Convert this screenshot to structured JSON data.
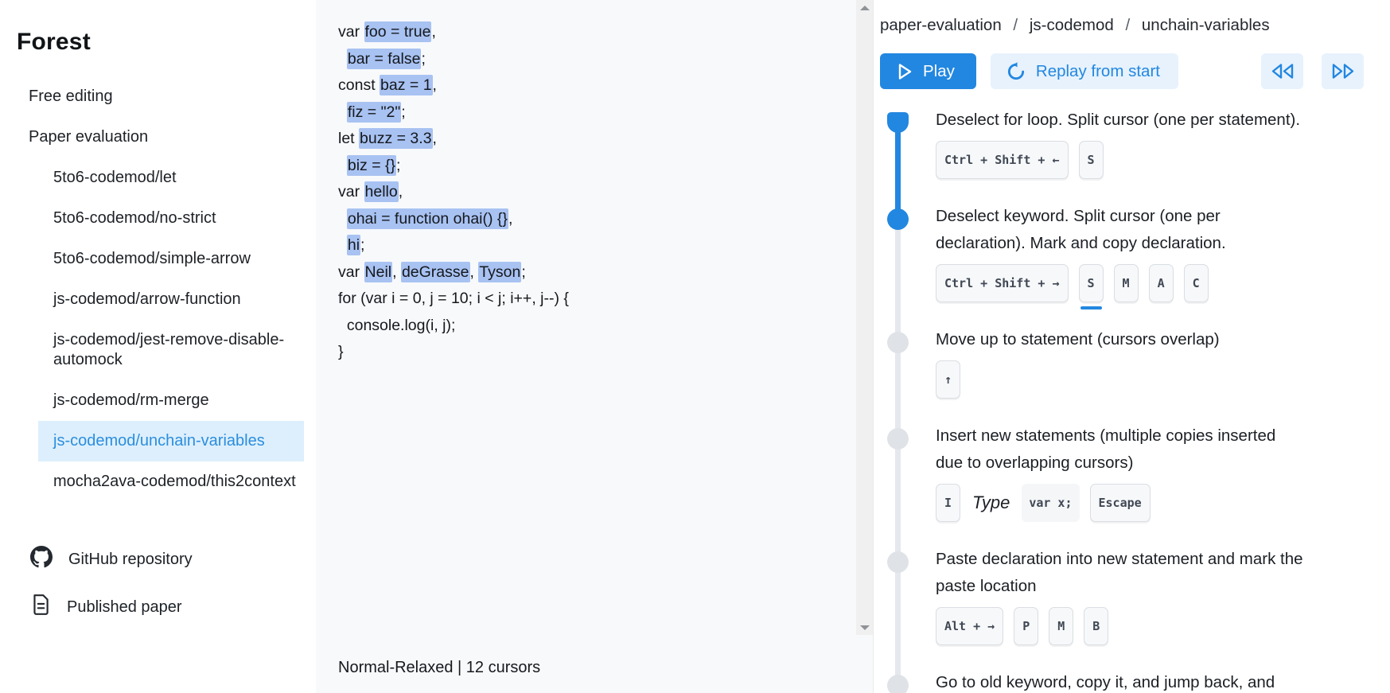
{
  "colors": {
    "accent": "#2287e0",
    "accent_light_bg": "#e7f2fd",
    "selection_highlight": "#a8c2f2",
    "sidebar_selected_bg": "#ddeffc",
    "sidebar_selected_text": "#2b8ede",
    "timeline_inactive": "#dfe3e8"
  },
  "sidebar": {
    "title": "Forest",
    "items": [
      {
        "label": "Free editing",
        "level": 1,
        "selected": false
      },
      {
        "label": "Paper evaluation",
        "level": 1,
        "selected": false
      },
      {
        "label": "5to6-codemod/let",
        "level": 2,
        "selected": false
      },
      {
        "label": "5to6-codemod/no-strict",
        "level": 2,
        "selected": false
      },
      {
        "label": "5to6-codemod/simple-arrow",
        "level": 2,
        "selected": false
      },
      {
        "label": "js-codemod/arrow-function",
        "level": 2,
        "selected": false
      },
      {
        "label": "js-codemod/jest-remove-disable-automock",
        "level": 2,
        "selected": false
      },
      {
        "label": "js-codemod/rm-merge",
        "level": 2,
        "selected": false
      },
      {
        "label": "js-codemod/unchain-variables",
        "level": 2,
        "selected": true
      },
      {
        "label": "mocha2ava-codemod/this2context",
        "level": 2,
        "selected": false
      }
    ],
    "links": [
      {
        "label": "GitHub repository",
        "icon": "github-icon"
      },
      {
        "label": "Published paper",
        "icon": "document-icon"
      }
    ]
  },
  "editor": {
    "status": "Normal-Relaxed | 12 cursors",
    "code_lines": [
      [
        {
          "t": "var ",
          "hl": false
        },
        {
          "t": "foo = true",
          "hl": true
        },
        {
          "t": ",",
          "hl": false
        }
      ],
      [
        {
          "t": "  ",
          "hl": false
        },
        {
          "t": "bar = false",
          "hl": true
        },
        {
          "t": ";",
          "hl": false
        }
      ],
      [
        {
          "t": "const ",
          "hl": false
        },
        {
          "t": "baz = 1",
          "hl": true
        },
        {
          "t": ",",
          "hl": false
        }
      ],
      [
        {
          "t": "  ",
          "hl": false
        },
        {
          "t": "fiz = \"2\"",
          "hl": true
        },
        {
          "t": ";",
          "hl": false
        }
      ],
      [
        {
          "t": "let ",
          "hl": false
        },
        {
          "t": "buzz = 3.3",
          "hl": true
        },
        {
          "t": ",",
          "hl": false
        }
      ],
      [
        {
          "t": "  ",
          "hl": false
        },
        {
          "t": "biz = {}",
          "hl": true
        },
        {
          "t": ";",
          "hl": false
        }
      ],
      [
        {
          "t": "var ",
          "hl": false
        },
        {
          "t": "hello",
          "hl": true
        },
        {
          "t": ",",
          "hl": false
        }
      ],
      [
        {
          "t": "  ",
          "hl": false
        },
        {
          "t": "ohai = function ohai() {}",
          "hl": true
        },
        {
          "t": ",",
          "hl": false
        }
      ],
      [
        {
          "t": "  ",
          "hl": false
        },
        {
          "t": "hi",
          "hl": true
        },
        {
          "t": ";",
          "hl": false
        }
      ],
      [
        {
          "t": "var ",
          "hl": false
        },
        {
          "t": "Neil",
          "hl": true
        },
        {
          "t": ", ",
          "hl": false
        },
        {
          "t": "deGrasse",
          "hl": true
        },
        {
          "t": ", ",
          "hl": false
        },
        {
          "t": "Tyson",
          "hl": true
        },
        {
          "t": ";",
          "hl": false
        }
      ],
      [
        {
          "t": "for (var i = 0, j = 10; i < j; i++, j--) {",
          "hl": false
        }
      ],
      [
        {
          "t": "  console.log(i, j);",
          "hl": false
        }
      ],
      [
        {
          "t": "}",
          "hl": false
        }
      ]
    ]
  },
  "player": {
    "breadcrumb": [
      "paper-evaluation",
      "js-codemod",
      "unchain-variables"
    ],
    "breadcrumb_separator": "/",
    "play_label": "Play",
    "replay_label": "Replay from start",
    "steps": [
      {
        "text": "Deselect for loop. Split cursor (one per statement).",
        "state": "past",
        "keys": [
          {
            "type": "kbd",
            "label": "Ctrl + Shift + ←"
          },
          {
            "type": "kbd",
            "label": "S"
          }
        ]
      },
      {
        "text": "Deselect keyword. Split cursor (one per declaration). Mark and copy declaration.",
        "state": "current",
        "keys": [
          {
            "type": "kbd",
            "label": "Ctrl + Shift + →"
          },
          {
            "type": "kbd",
            "label": "S",
            "active": true
          },
          {
            "type": "kbd",
            "label": "M"
          },
          {
            "type": "kbd",
            "label": "A"
          },
          {
            "type": "kbd",
            "label": "C"
          }
        ]
      },
      {
        "text": "Move up to statement (cursors overlap)",
        "state": "future",
        "keys": [
          {
            "type": "kbd",
            "label": "↑"
          }
        ]
      },
      {
        "text": "Insert new statements (multiple copies inserted due to overlapping cursors)",
        "state": "future",
        "keys": [
          {
            "type": "kbd",
            "label": "I"
          },
          {
            "type": "italic",
            "label": "Type"
          },
          {
            "type": "code",
            "label": "var x;"
          },
          {
            "type": "kbd",
            "label": "Escape"
          }
        ]
      },
      {
        "text": "Paste declaration into new statement and mark the paste location",
        "state": "future",
        "keys": [
          {
            "type": "kbd",
            "label": "Alt + →"
          },
          {
            "type": "kbd",
            "label": "P"
          },
          {
            "type": "kbd",
            "label": "M"
          },
          {
            "type": "kbd",
            "label": "B"
          }
        ]
      },
      {
        "text": "Go to old keyword, copy it, and jump back, and",
        "state": "future",
        "keys": []
      }
    ]
  }
}
